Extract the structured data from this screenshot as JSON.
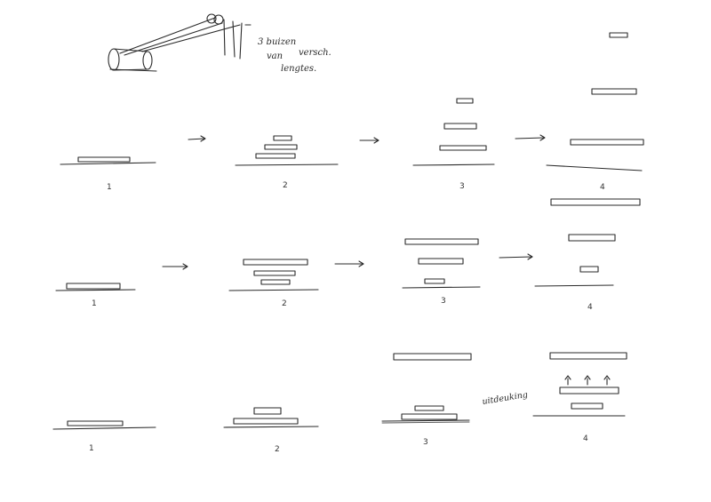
{
  "note": {
    "lines": [
      "3 buizen",
      "van",
      "versch.",
      "lengtes."
    ]
  },
  "steps": {
    "row1": [
      "1",
      "2",
      "3",
      "4"
    ],
    "row2": [
      "1",
      "2",
      "3",
      "4"
    ],
    "row3": [
      "1",
      "2",
      "3",
      "4"
    ]
  },
  "annotation": {
    "label": "uitdeuking"
  },
  "colors": {
    "ink": "#2a2a2a",
    "paper": "#ffffff"
  }
}
